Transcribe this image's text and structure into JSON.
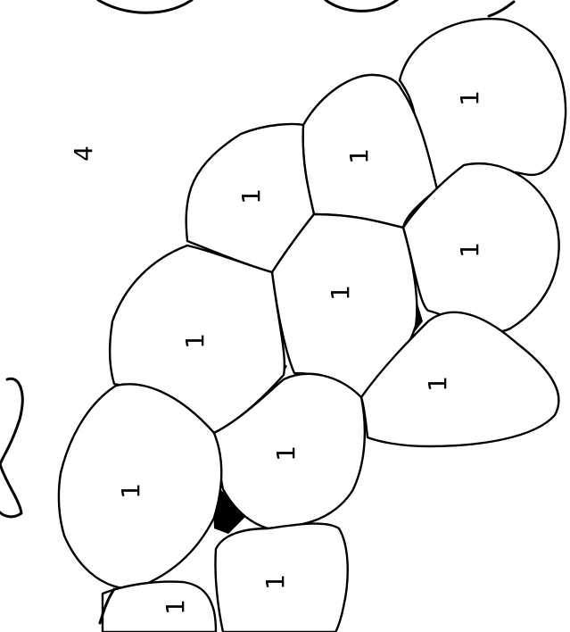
{
  "figure": {
    "group_label": "4",
    "cells": [
      {
        "id": "c1",
        "label": "1"
      },
      {
        "id": "c2",
        "label": "1"
      },
      {
        "id": "c3",
        "label": "1"
      },
      {
        "id": "c4",
        "label": "1"
      },
      {
        "id": "c5",
        "label": "1"
      },
      {
        "id": "c6",
        "label": "1"
      },
      {
        "id": "c7",
        "label": "1"
      },
      {
        "id": "c8",
        "label": "1"
      },
      {
        "id": "c9",
        "label": "1"
      },
      {
        "id": "c10",
        "label": "1"
      },
      {
        "id": "c11",
        "label": "1"
      }
    ]
  }
}
